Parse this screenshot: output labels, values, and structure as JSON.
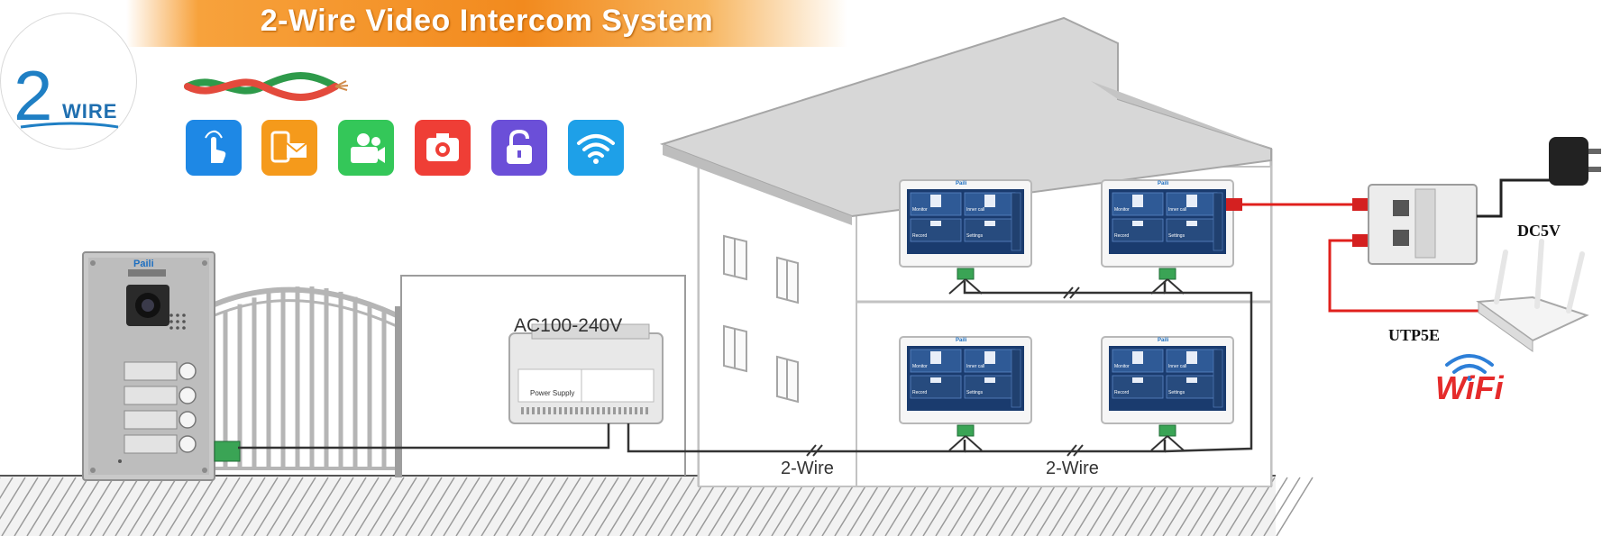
{
  "banner": {
    "title": "2-Wire Video Intercom System"
  },
  "logo": {
    "numeral": "2",
    "word": "WIRE"
  },
  "feature_icons": [
    {
      "name": "touch-icon",
      "color": "#1e88e5"
    },
    {
      "name": "message-icon",
      "color": "#f59a1b"
    },
    {
      "name": "video-icon",
      "color": "#34c759"
    },
    {
      "name": "camera-icon",
      "color": "#ef3e36"
    },
    {
      "name": "unlock-icon",
      "color": "#6b4fd8"
    },
    {
      "name": "wifi-icon",
      "color": "#1ea0e8"
    }
  ],
  "door_station": {
    "brand": "Paili",
    "buttons": 4
  },
  "power_supply": {
    "voltage_label": "AC100-240V",
    "front_label": "Power Supply"
  },
  "monitor": {
    "brand": "Paili",
    "tiles": [
      "Monitor",
      "Inner call",
      "Record",
      "Settings"
    ]
  },
  "wiring": {
    "bus_label_1": "2-Wire",
    "bus_label_2": "2-Wire"
  },
  "network": {
    "adapter_label": "DC5V",
    "cable_label": "UTP5E",
    "wifi_label": "WiFi"
  },
  "colors": {
    "banner": "#f28a1e",
    "wifi": "#e52b2b",
    "network_cable": "#e0201c",
    "logo": "#1f7fc4"
  }
}
